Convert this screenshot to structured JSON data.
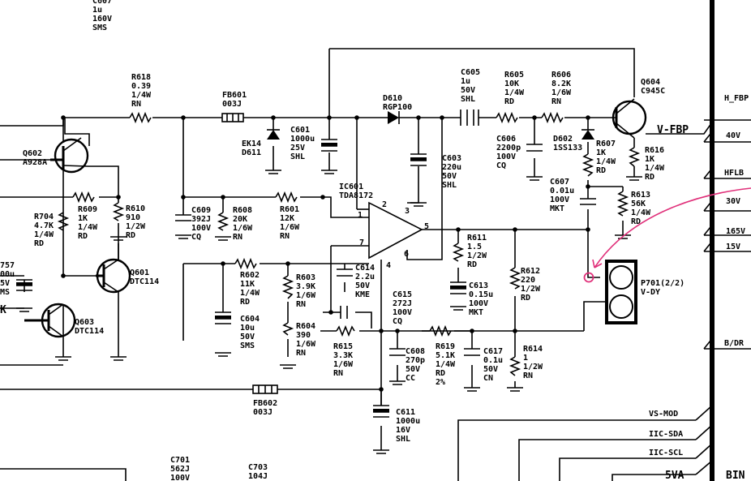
{
  "components": {
    "C607_top": [
      "C607",
      "1u",
      "160V",
      "SMS"
    ],
    "R618": [
      "R618",
      "0.39",
      "1/4W",
      "RN"
    ],
    "FB601": [
      "FB601",
      "003J"
    ],
    "EK14": [
      "EK14",
      "D611"
    ],
    "C601": [
      "C601",
      "1000u",
      "25V",
      "SHL"
    ],
    "D610": [
      "D610",
      "RGP100"
    ],
    "C605": [
      "C605",
      "1u",
      "50V",
      "SHL"
    ],
    "R605": [
      "R605",
      "10K",
      "1/4W",
      "RD"
    ],
    "R606": [
      "R606",
      "8.2K",
      "1/6W",
      "RN"
    ],
    "Q604": [
      "Q604",
      "C945C"
    ],
    "C606": [
      "C606",
      "2200p",
      "100V",
      "CQ"
    ],
    "D602": [
      "D602",
      "1SS133"
    ],
    "R607": [
      "R607",
      "1K",
      "1/4W",
      "RD"
    ],
    "R616": [
      "R616",
      "1K",
      "1/4W",
      "RD"
    ],
    "Q602": [
      "Q602",
      "A928A"
    ],
    "C603": [
      "C603",
      "220u",
      "50V",
      "SHL"
    ],
    "IC601": [
      "IC601",
      "TDA8172"
    ],
    "C607": [
      "C607",
      "0.01u",
      "100V",
      "MKT"
    ],
    "R613": [
      "R613",
      "56K",
      "1/4W",
      "RD"
    ],
    "R704": [
      "R704",
      "4.7K",
      "1/4W",
      "RD"
    ],
    "R609": [
      "R609",
      "1K",
      "1/4W",
      "RD"
    ],
    "R610": [
      "R610",
      "910",
      "1/2W",
      "RD"
    ],
    "C609": [
      "C609",
      "392J",
      "100V",
      "CQ"
    ],
    "R608": [
      "R608",
      "20K",
      "1/6W",
      "RN"
    ],
    "R601": [
      "R601",
      "12K",
      "1/6W",
      "RN"
    ],
    "R611": [
      "R611",
      "1.5",
      "1/2W",
      "RD"
    ],
    "C757": [
      "757",
      "00u",
      "5V",
      "MS"
    ],
    "Q601": [
      "Q601",
      "DTC114"
    ],
    "R602": [
      "R602",
      "11K",
      "1/4W",
      "RD"
    ],
    "R603": [
      "R603",
      "3.9K",
      "1/6W",
      "RN"
    ],
    "C614": [
      "C614",
      "2.2u",
      "50V",
      "KME"
    ],
    "C613": [
      "C613",
      "0.15u",
      "100V",
      "MKT"
    ],
    "R612": [
      "R612",
      "220",
      "1/2W",
      "RD"
    ],
    "P701": [
      "P701(2/2)",
      "V-DY"
    ],
    "Q603": [
      "Q603",
      "DTC114"
    ],
    "C604": [
      "C604",
      "10u",
      "50V",
      "SMS"
    ],
    "R604": [
      "R604",
      "390",
      "1/6W",
      "RN"
    ],
    "C615": [
      "C615",
      "272J",
      "100V",
      "CQ"
    ],
    "R615": [
      "R615",
      "3.3K",
      "1/6W",
      "RN"
    ],
    "C608": [
      "C608",
      "270p",
      "50V",
      "CC"
    ],
    "R619": [
      "R619",
      "5.1K",
      "1/4W",
      "RD",
      "2%"
    ],
    "C617": [
      "C617",
      "0.1u",
      "50V",
      "CN"
    ],
    "R614": [
      "R614",
      "1",
      "1/2W",
      "RN"
    ],
    "FB602": [
      "FB602",
      "003J"
    ],
    "C611": [
      "C611",
      "1000u",
      "16V",
      "SHL"
    ],
    "C701": [
      "C701",
      "562J",
      "100V"
    ],
    "C703": [
      "C703",
      "104J"
    ]
  },
  "ic_pins": [
    "1",
    "2",
    "3",
    "4",
    "5",
    "6",
    "7"
  ],
  "misc": {
    "left_k": "K"
  },
  "nets": {
    "v_fbp": "V-FBP",
    "h_fbp": "H_FBP",
    "v40": "40V",
    "hfl": "HFLB",
    "v30": "30V",
    "v165": "165V",
    "v15": "15V",
    "bdr": "B/DR",
    "vs_mod": "VS-MOD",
    "iic_sda": "IIC-SDA",
    "iic_scl": "IIC-SCL",
    "v5va": "5VA",
    "bin": "BIN"
  },
  "colors": {
    "annotation": "#e0307a",
    "ink": "#000000"
  }
}
